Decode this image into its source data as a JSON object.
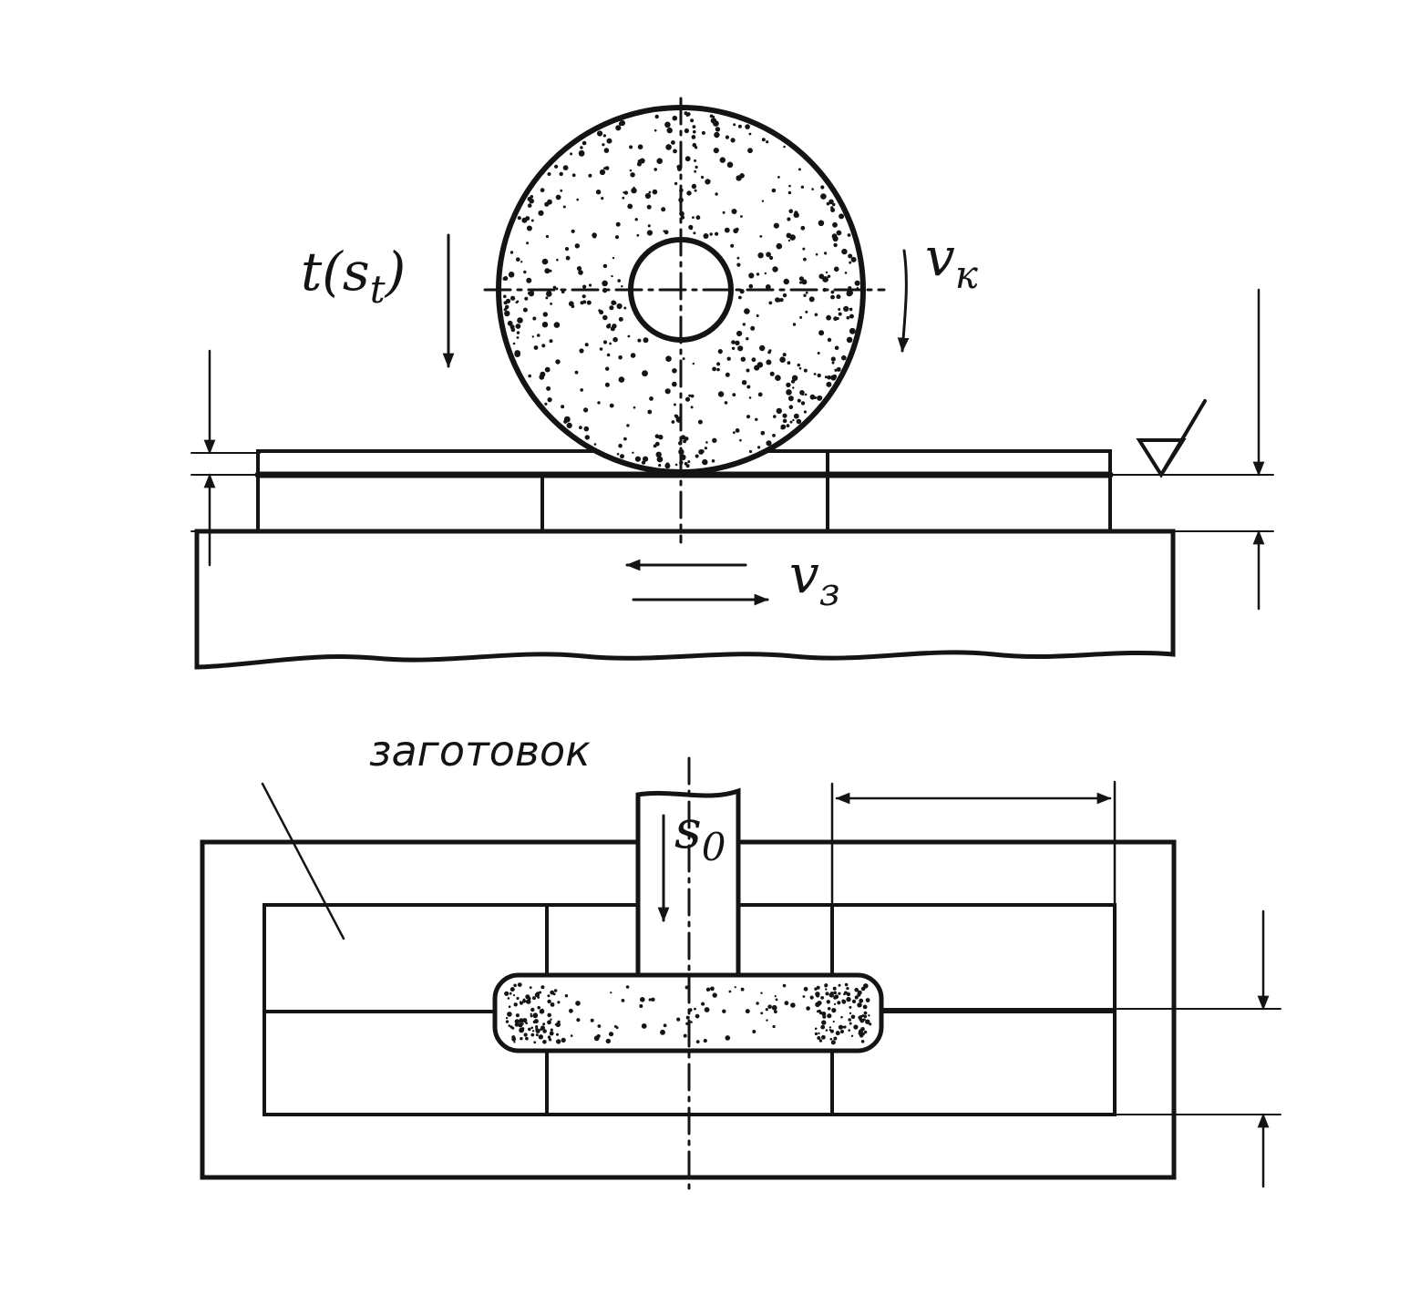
{
  "colors": {
    "ink": "#141414",
    "background": "#ffffff"
  },
  "labels": {
    "depth_feed": {
      "main": "t(s",
      "sub": "t",
      "close": ")"
    },
    "wheel_speed": {
      "main": "v",
      "sub": "к"
    },
    "workpiece_speed": {
      "main": "v",
      "sub": "з"
    },
    "cross_feed": {
      "main": "s",
      "sub": "0"
    },
    "workpieces": "заготовок"
  }
}
